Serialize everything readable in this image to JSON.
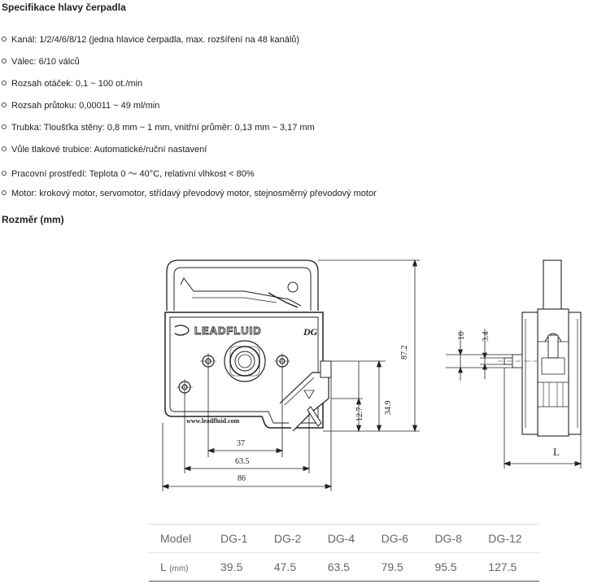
{
  "spec_heading": "Specifikace hlavy čerpadla",
  "spec_items": [
    "Kanál: 1/2/4/6/8/12 (jedna hlavice čerpadla, max. rozšíření na 48 kanálů)",
    "Válec: 6/10 válců",
    "Rozsah otáček: 0,1 ~ 100 ot./min",
    "Rozsah průtoku: 0,00011 ~ 49 ml/min",
    "Trubka: Tloušťka stěny: 0,8 mm ~ 1 mm, vnitřní průměr: 0,13 mm ~ 3,17 mm",
    "Vůle tlakové trubice: Automatické/ruční nastavení",
    "Pracovní prostředí: Teplota 0 ～ 40°C, relativní vlhkost < 80%",
    "Motor: krokový motor, servomotor, střídavý převodový motor, stejnosměrný převodový motor"
  ],
  "dimension_heading": "Rozměr (mm)",
  "drawing": {
    "brand": "LEADFLUID",
    "model_mark": "DG",
    "website": "www.leadfluid.com",
    "dim_37": "37",
    "dim_63_5": "63.5",
    "dim_86": "86",
    "dim_87_2": "87.2",
    "dim_34_9": "34.9",
    "dim_12_7": "12.7",
    "dim_10": "10",
    "dim_3_4": "3.4",
    "dim_L": "L"
  },
  "table": {
    "header": [
      "Model",
      "DG-1",
      "DG-2",
      "DG-4",
      "DG-6",
      "DG-8",
      "DG-12"
    ],
    "row_label": "L",
    "row_unit": "(mm)",
    "row_values": [
      "39.5",
      "47.5",
      "63.5",
      "79.5",
      "95.5",
      "127.5"
    ]
  }
}
